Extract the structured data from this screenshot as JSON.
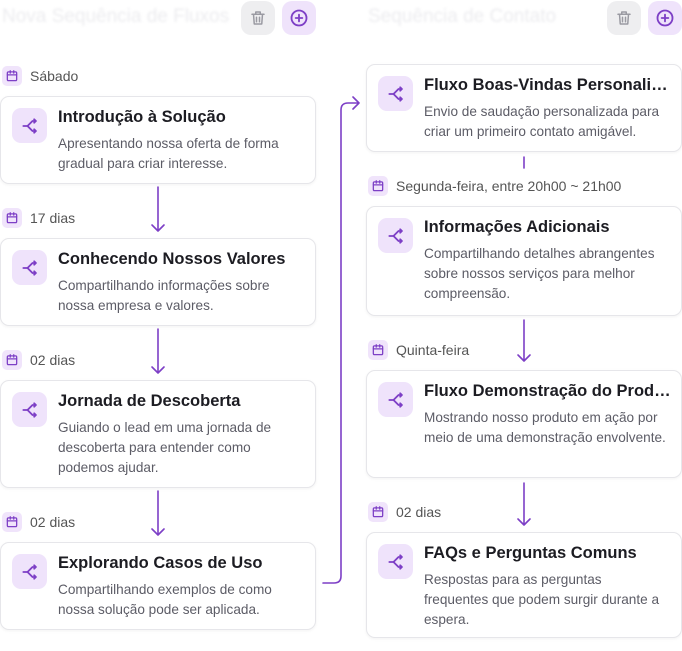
{
  "left": {
    "title": "Nova Sequência de Fluxos",
    "items": [
      {
        "label": "Sábado",
        "title": "Introdução à Solução",
        "desc": "Apresentando nossa oferta de forma gradual para criar interesse."
      },
      {
        "label": "17 dias",
        "title": "Conhecendo Nossos Valores",
        "desc": "Compartilhando informações sobre nossa empresa e valores."
      },
      {
        "label": "02 dias",
        "title": "Jornada de Descoberta",
        "desc": "Guiando o lead em uma jornada de descoberta para entender como podemos ajudar."
      },
      {
        "label": "02 dias",
        "title": "Explorando Casos de Uso",
        "desc": "Compartilhando exemplos de como nossa solução pode ser aplicada."
      }
    ]
  },
  "right": {
    "title": "Sequência de Contato",
    "items": [
      {
        "label": "",
        "title": "Fluxo Boas-Vindas Personalizado",
        "desc": "Envio de saudação personalizada para criar um primeiro contato amigável."
      },
      {
        "label": "Segunda-feira, entre 20h00 ~ 21h00",
        "title": "Informações Adicionais",
        "desc": "Compartilhando detalhes abrangentes sobre nossos serviços para melhor compreensão."
      },
      {
        "label": "Quinta-feira",
        "title": "Fluxo Demonstração do Produto",
        "desc": "Mostrando nosso produto em ação por meio de uma demonstração envolvente."
      },
      {
        "label": "02 dias",
        "title": "FAQs e Perguntas Comuns",
        "desc": "Respostas para as perguntas frequentes que podem surgir durante a espera."
      }
    ]
  },
  "icons": {
    "flow": "share-flow-icon",
    "calendar": "calendar-icon",
    "trash": "trash-icon",
    "add": "add-circle-icon"
  },
  "colors": {
    "accent": "#7d3fc6",
    "accent_bg": "#efe3fb",
    "border": "#e6e6ea"
  }
}
